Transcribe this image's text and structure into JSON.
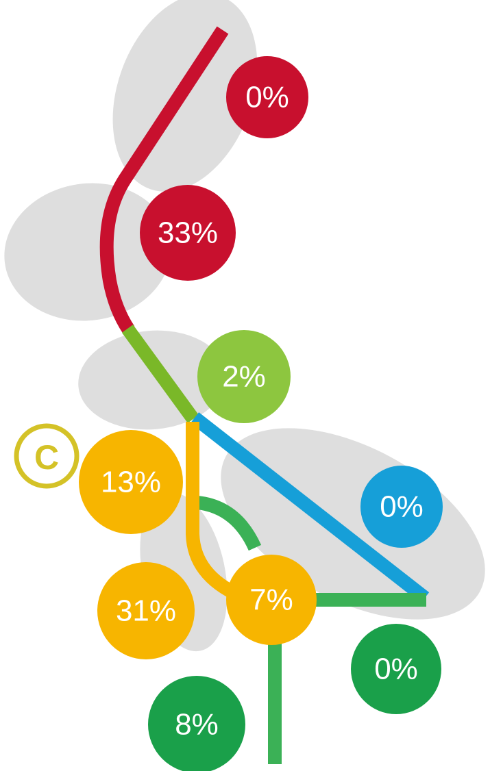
{
  "colors": {
    "background": "#ffffff",
    "region": "#dedede",
    "red": "#c8102e",
    "light_green": "#7ab828",
    "blue": "#169fd8",
    "orange": "#f7b500",
    "green": "#3bb156",
    "light_green_circle": "#8dc63f",
    "dark_green_circle": "#1aa04a",
    "copyright": "#d4c227"
  },
  "copyright_symbol": "C",
  "badges": [
    {
      "id": "red-top",
      "label": "0%",
      "color": "red"
    },
    {
      "id": "red-mid",
      "label": "33%",
      "color": "red"
    },
    {
      "id": "light-green",
      "label": "2%",
      "color": "light_green_circle"
    },
    {
      "id": "blue",
      "label": "0%",
      "color": "blue"
    },
    {
      "id": "orange-13",
      "label": "13%",
      "color": "orange"
    },
    {
      "id": "orange-31",
      "label": "31%",
      "color": "orange"
    },
    {
      "id": "orange-7",
      "label": "7%",
      "color": "orange"
    },
    {
      "id": "green-right",
      "label": "0%",
      "color": "dark_green_circle"
    },
    {
      "id": "green-bottom",
      "label": "8%",
      "color": "dark_green_circle"
    }
  ]
}
